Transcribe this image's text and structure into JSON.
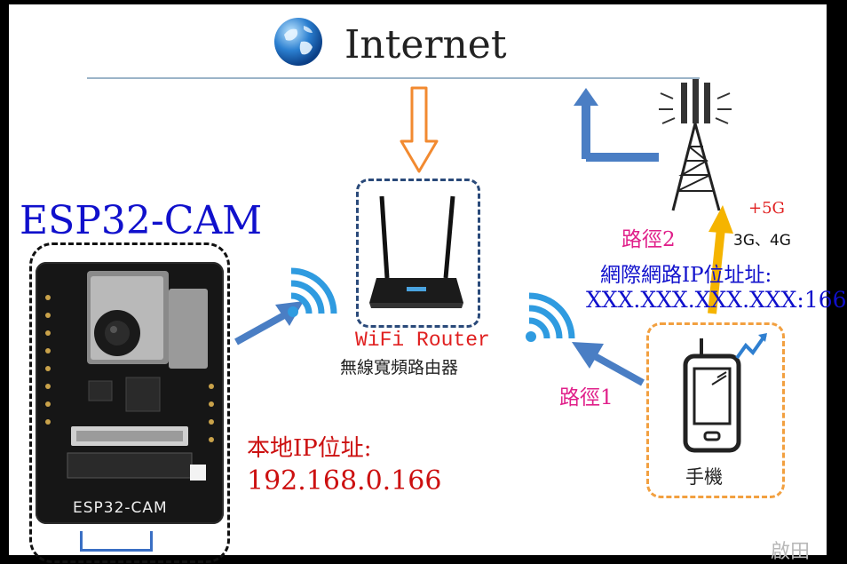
{
  "header": {
    "title": "Internet"
  },
  "esp32": {
    "title": "ESP32-CAM",
    "board_label": "ESP32-CAM"
  },
  "router": {
    "label_en": "WiFi Router",
    "label_zh": "無線寬頻路由器"
  },
  "local_ip": {
    "label": "本地IP位址:",
    "value": "192.168.0.166"
  },
  "paths": {
    "path1": "路徑1",
    "path2": "路徑2"
  },
  "mobile_network": {
    "plus_5g": "+5G",
    "generations": "3G、4G"
  },
  "public_ip": {
    "label": "網際網路IP位址址:",
    "value": "XXX.XXX.XXX.XXX:166"
  },
  "phone": {
    "label": "手機"
  },
  "watermark": {
    "text": "啟田"
  },
  "colors": {
    "esp_title": "#1010cc",
    "red_text": "#cc1010",
    "path_text": "#e0208a",
    "arrow_blue": "#4a7ec4",
    "arrow_orange": "#f28a30",
    "arrow_yellow": "#f5b400",
    "phone_box": "#f2a040",
    "router_box": "#2a4a7a"
  }
}
